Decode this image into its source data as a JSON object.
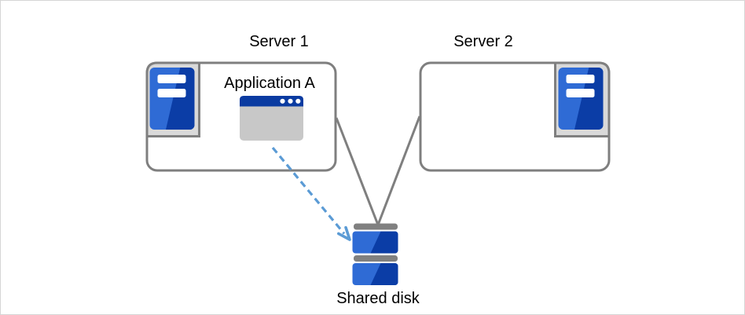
{
  "nodes": {
    "server1": {
      "label": "Server 1",
      "icon": "server-tower-icon"
    },
    "server2": {
      "label": "Server 2",
      "icon": "server-tower-icon"
    },
    "application_a": {
      "label": "Application A",
      "icon": "app-window-icon"
    },
    "shared_disk": {
      "label": "Shared disk",
      "icon": "disk-stack-icon"
    }
  },
  "connections": [
    {
      "from": "server1",
      "to": "shared_disk",
      "style": "solid-line",
      "color": "#7f7f7f"
    },
    {
      "from": "server2",
      "to": "shared_disk",
      "style": "solid-line",
      "color": "#7f7f7f"
    },
    {
      "from": "application_a",
      "to": "shared_disk",
      "style": "dashed-arrow",
      "color": "#5b9bd5"
    }
  ],
  "colors": {
    "background": "#ffffff",
    "canvas_border": "#d5d5d5",
    "outline_gray": "#7f7f7f",
    "plate_gray": "#d9d9d9",
    "icon_blue_light": "#2f6bd5",
    "icon_blue_dark": "#0b3da6",
    "titlebar_blue": "#0a3ba1",
    "window_body_gray": "#c8c8c8",
    "disk_bar_gray": "#808080",
    "arrow_blue": "#5b9bd5",
    "text": "#000000"
  }
}
